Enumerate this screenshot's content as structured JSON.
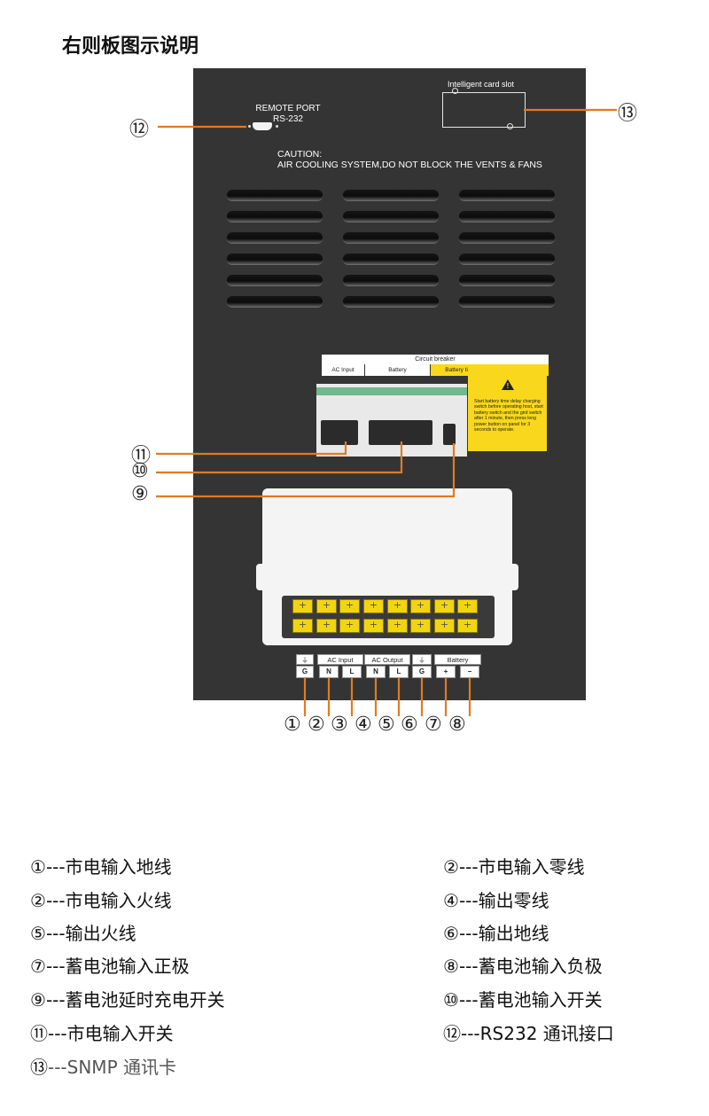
{
  "title": "右则板图示说明",
  "panel": {
    "remote_port": "REMOTE PORT",
    "rs232": "RS-232",
    "caution_line1": "CAUTION:",
    "caution_line2": "AIR COOLING SYSTEM,DO NOT BLOCK THE VENTS & FANS",
    "card_slot": "Intelligent card slot",
    "circuit_breaker": "Circuit breaker",
    "cb_ac_input": "AC Input",
    "cb_battery": "Battery",
    "cb_delay": "Battery time delay charging switch:",
    "warning_text": "Start battery time delay charging switch before operating host, start battery switch and the gird switch after 1 minute, then press long power button on panel for 3 seconds to operate.",
    "terminals": {
      "ground_symbol": "⏚",
      "ac_input": "AC Input",
      "ac_output": "AC Output",
      "battery": "Battery",
      "g": "G",
      "n": "N",
      "l": "L",
      "plus": "+",
      "minus": "−"
    }
  },
  "callouts": {
    "c1": "①",
    "c2": "②",
    "c3": "③",
    "c4": "④",
    "c5": "⑤",
    "c6": "⑥",
    "c7": "⑦",
    "c8": "⑧",
    "c9": "⑨",
    "c10": "⑩",
    "c11": "⑪",
    "c12": "⑫",
    "c13": "⑬"
  },
  "legend": [
    {
      "num": "①",
      "text": " ---市电输入地线"
    },
    {
      "num": "②",
      "text": "---市电输入零线"
    },
    {
      "num": "②",
      "text": " ---市电输入火线"
    },
    {
      "num": "④",
      "text": "---输出零线"
    },
    {
      "num": "⑤",
      "text": " ---输出火线"
    },
    {
      "num": "⑥",
      "text": "---输出地线"
    },
    {
      "num": "⑦",
      "text": " ---蓄电池输入正极"
    },
    {
      "num": "⑧",
      "text": "---蓄电池输入负极"
    },
    {
      "num": "⑨",
      "text": " ---蓄电池延时充电开关"
    },
    {
      "num": "⑩",
      "text": "---蓄电池输入开关"
    },
    {
      "num": "⑪",
      "text": " ---市电输入开关"
    },
    {
      "num": "⑫",
      "text": "---RS232 通讯接口"
    },
    {
      "num": "⑬",
      "text": " ---SNMP 通讯卡"
    }
  ],
  "colors": {
    "panel": "#343434",
    "leader_line": "#e07b22",
    "terminal_yellow": "#f2d511",
    "warning_yellow": "#f9d71c",
    "breaker_green": "#6fb98f"
  }
}
